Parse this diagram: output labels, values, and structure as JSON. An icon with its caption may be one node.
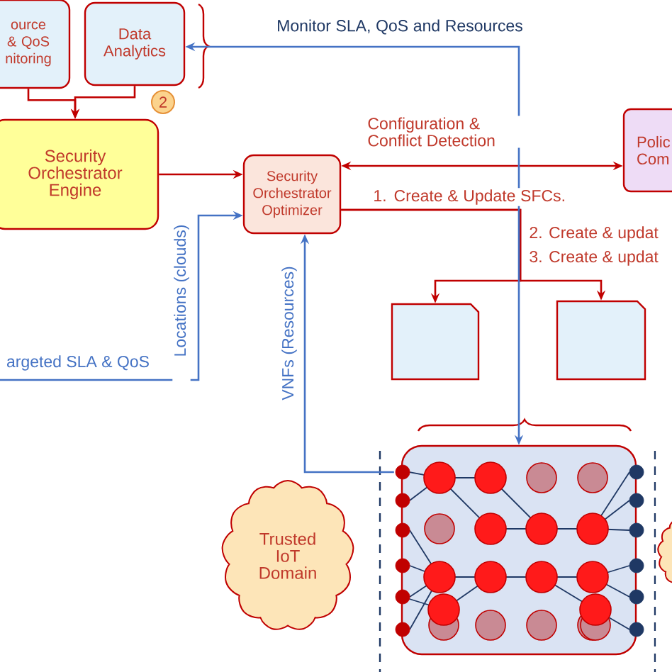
{
  "diagram": {
    "nodes": [
      {
        "text": [
          "ource & QoS nitoring"
        ]
      },
      {
        "text": [
          "Data Analytics"
        ]
      },
      {
        "text": [
          "Security Orchestrator Engine"
        ]
      },
      {
        "text": [
          "Security Orchestrator Optimizer"
        ]
      },
      {
        "text": [
          "Polic Com"
        ]
      },
      {
        "text": [],
        "shape": "box"
      },
      {
        "text": [],
        "shape": "box"
      },
      {
        "text": [],
        "shape": "box"
      },
      {
        "text": [
          "Trusted IoT Domain"
        ]
      },
      {
        "text": [],
        "shape": "cloud"
      }
    ],
    "edges": [
      {
        "from": 0,
        "to": 2,
        "arrow": "to"
      },
      {
        "from": 1,
        "to": 2,
        "arrow": "to"
      },
      {
        "from": 2,
        "to": 3,
        "arrow": "to"
      },
      {
        "from": 3,
        "to": 4,
        "arrow": "both",
        "label": "Configuration & Conflict Detection"
      },
      {
        "from": 3,
        "to": 5,
        "arrow": "to",
        "label": "1. Create & Update SFCs."
      },
      {
        "from": 3,
        "to": 6,
        "arrow": "to"
      },
      {
        "from": 7,
        "to": 1,
        "arrow": "both",
        "label": "Monitor SLA, QoS and Resources",
        "color": "#4472c4"
      },
      {
        "from": null,
        "to": 3,
        "arrow": "to",
        "label": "Locations (clouds)",
        "color": "#4472c4"
      },
      {
        "from": 7,
        "to": 3,
        "arrow": "to",
        "label": "VNFs (Resources)",
        "color": "#4472c4"
      }
    ],
    "labels": [
      "2",
      "argeted SLA & QoS",
      "2. Create & updat",
      "3. Create & updat"
    ]
  }
}
